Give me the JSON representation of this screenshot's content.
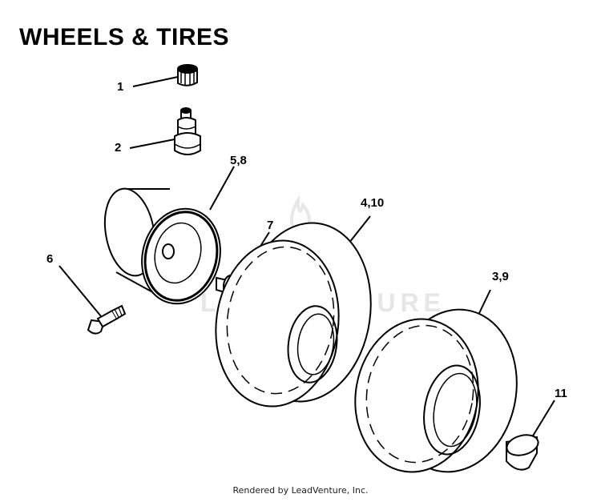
{
  "title": "WHEELS & TIRES",
  "callouts": {
    "c1": "1",
    "c2": "2",
    "c58": "5,8",
    "c7": "7",
    "c410": "4,10",
    "c6": "6",
    "c39": "3,9",
    "c11": "11"
  },
  "watermark": "LEADVENTURE",
  "footer": "Rendered by LeadVenture, Inc."
}
